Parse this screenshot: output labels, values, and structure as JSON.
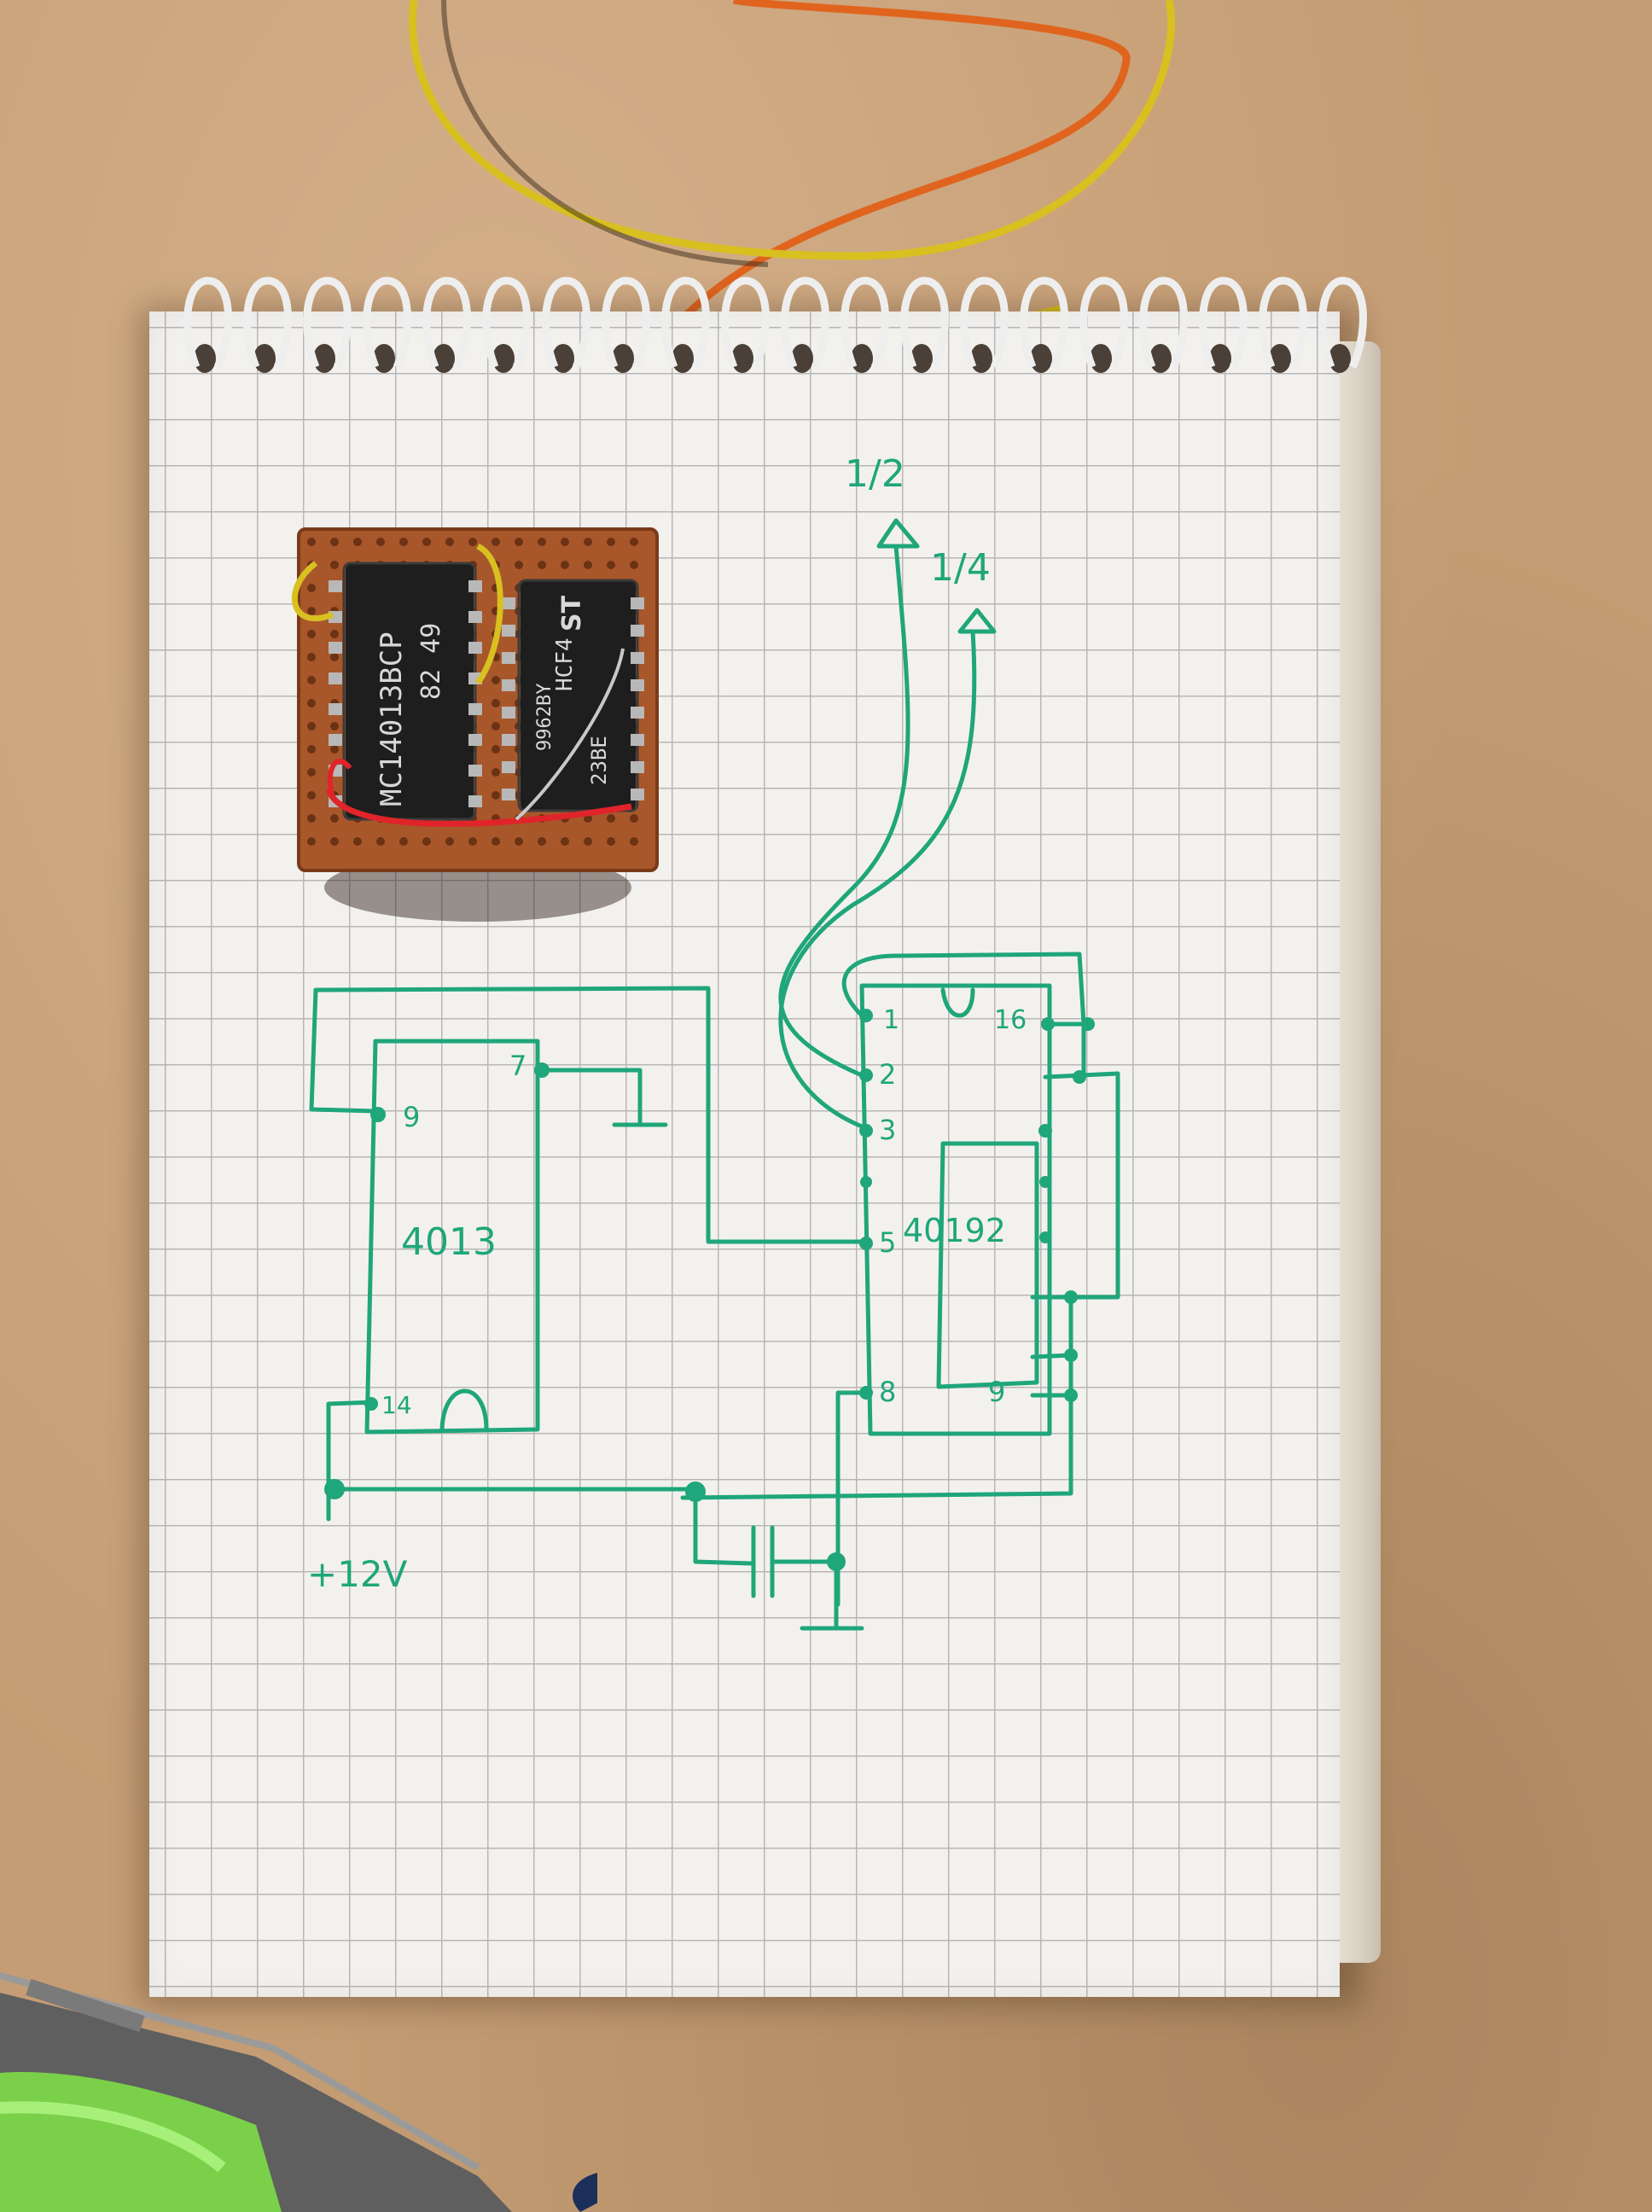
{
  "chips": {
    "left_line1": "MC14013BCP",
    "left_line2": "82 49",
    "right_brand": "ST",
    "right_line1": "HCF4",
    "right_line2": "23BE",
    "right_line3": "9962BY"
  },
  "schematic": {
    "ic_left_label": "4013",
    "ic_right_label": "40192",
    "output_half": "1/2",
    "output_quarter": "1/4",
    "supply_label": "+12V",
    "left_pins": {
      "p7": "7",
      "p9": "9",
      "p14": "14"
    },
    "right_pins": {
      "p1": "1",
      "p2": "2",
      "p3": "3",
      "p5": "5",
      "p8": "8",
      "p9": "9",
      "p16": "16"
    }
  },
  "colors": {
    "ink": "#1fa67a",
    "paper": "#f3f1ee",
    "grid": "#b9b6b6",
    "desk": "#c59d74",
    "perfboard": "#a8572a"
  }
}
